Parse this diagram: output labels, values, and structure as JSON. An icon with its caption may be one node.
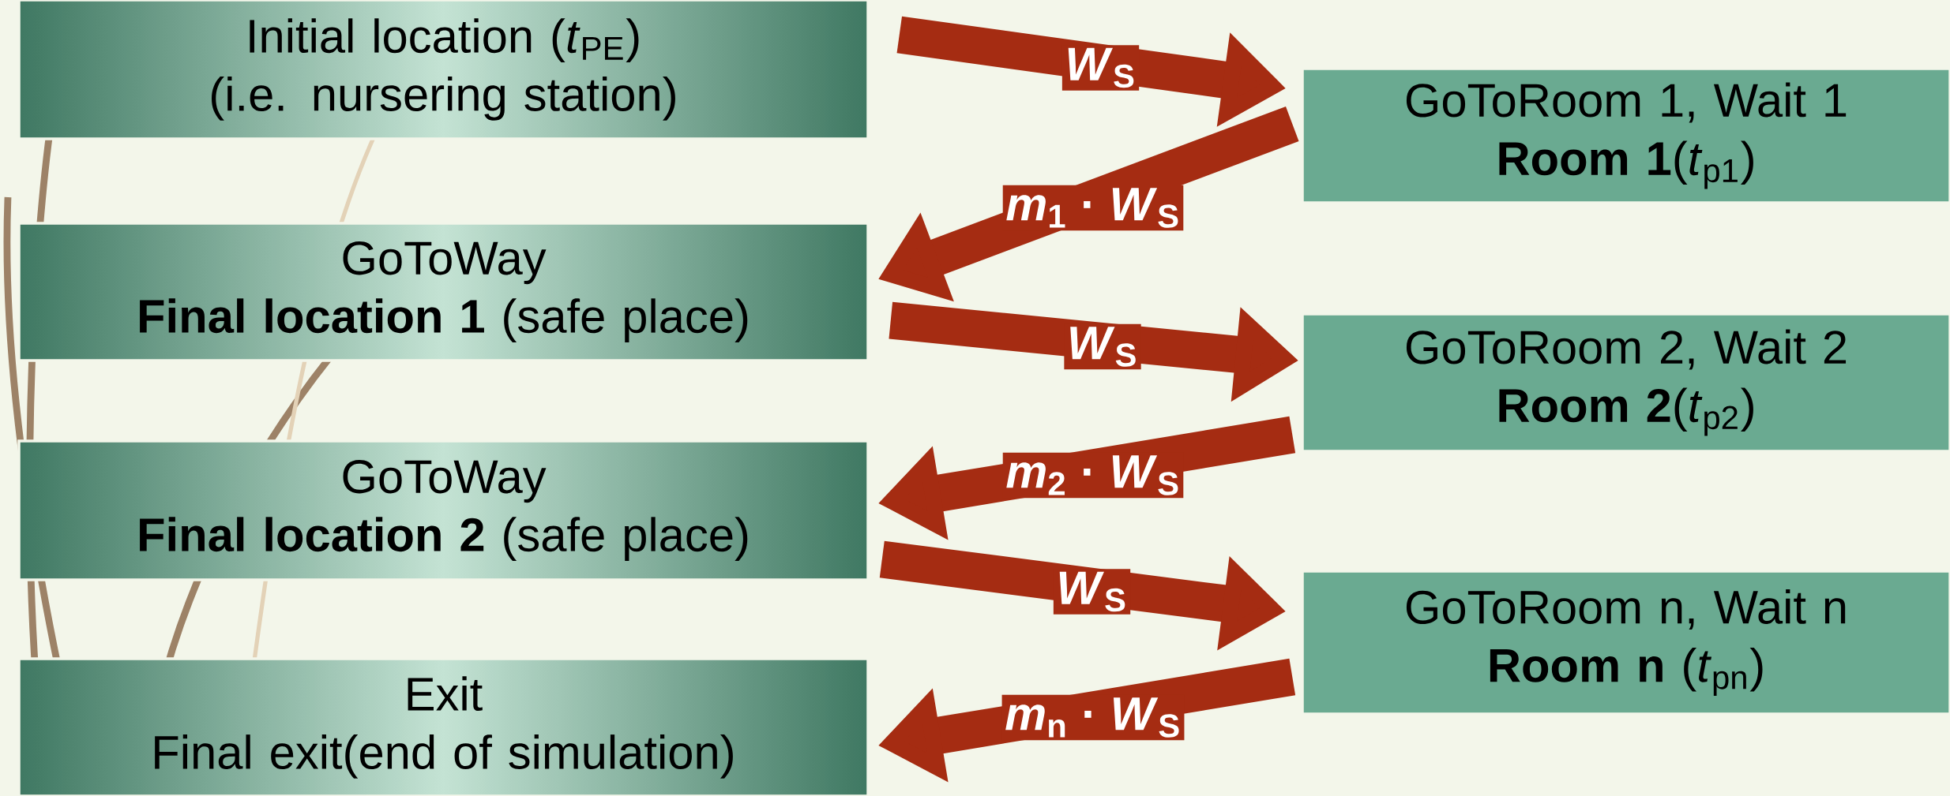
{
  "diagram": {
    "nodes": [
      {
        "text": [
          "Initial location (*t*$_{PE}$)",
          "(i.e. nursering station)"
        ]
      },
      {
        "text": [
          "GoToRoom 1, Wait 1",
          "**Room 1**(*t*$_{p1}$)"
        ]
      },
      {
        "text": [
          "GoToWay",
          "**Final location 1** (safe place)"
        ]
      },
      {
        "text": [
          "GoToRoom 2, Wait 2",
          "**Room 2**(*t*$_{p2}$)"
        ]
      },
      {
        "text": [
          "GoToWay",
          "**Final location 2** (safe place)"
        ]
      },
      {
        "text": [
          "GoToRoom n, Wait n",
          "**Room n** (*t*$_{pn}$)"
        ]
      },
      {
        "text": [
          "Exit",
          "Final exit(end of simulation)"
        ]
      }
    ],
    "edges": [
      {
        "from": 0,
        "to": 1,
        "arrow": "to",
        "label": "*W*$_{S}$"
      },
      {
        "from": 1,
        "to": 2,
        "arrow": "to",
        "label": "*m*$_{1}$ · *W*$_{S}$"
      },
      {
        "from": 2,
        "to": 3,
        "arrow": "to",
        "label": "*W*$_{S}$"
      },
      {
        "from": 3,
        "to": 4,
        "arrow": "to",
        "label": "*m*$_{2}$ · *W*$_{S}$"
      },
      {
        "from": 4,
        "to": 5,
        "arrow": "to",
        "label": "*W*$_{S}$"
      },
      {
        "from": 5,
        "to": 6,
        "arrow": "to",
        "label": "*m*$_{n}$ · *W*$_{S}$"
      }
    ]
  }
}
